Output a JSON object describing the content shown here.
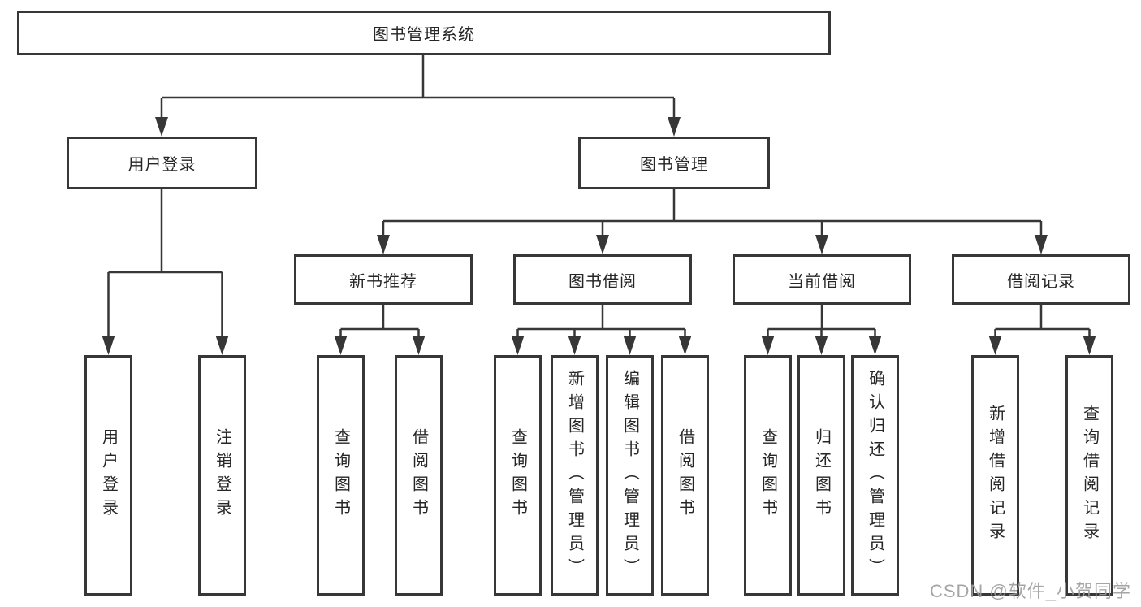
{
  "diagram": {
    "root": "图书管理系统",
    "level2": {
      "user_login": {
        "label": "用户登录",
        "children": [
          "用户登录",
          "注销登录"
        ]
      },
      "book_management": {
        "label": "图书管理",
        "sections": {
          "new_book_recommend": {
            "label": "新书推荐",
            "children": [
              "查询图书",
              "借阅图书"
            ]
          },
          "book_borrowing": {
            "label": "图书借阅",
            "children": [
              "查询图书",
              "新增图书（管理员）",
              "编辑图书（管理员）",
              "借阅图书"
            ]
          },
          "current_borrowing": {
            "label": "当前借阅",
            "children": [
              "查询图书",
              "归还图书",
              "确认归还（管理员）"
            ]
          },
          "borrowing_records": {
            "label": "借阅记录",
            "children": [
              "新增借阅记录",
              "查询借阅记录"
            ]
          }
        }
      }
    }
  },
  "watermark": "CSDN @软件_小贺同学",
  "colors": {
    "line": "#373737",
    "text": "#262626",
    "watermark": "#9b9b9b",
    "background": "#ffffff"
  }
}
